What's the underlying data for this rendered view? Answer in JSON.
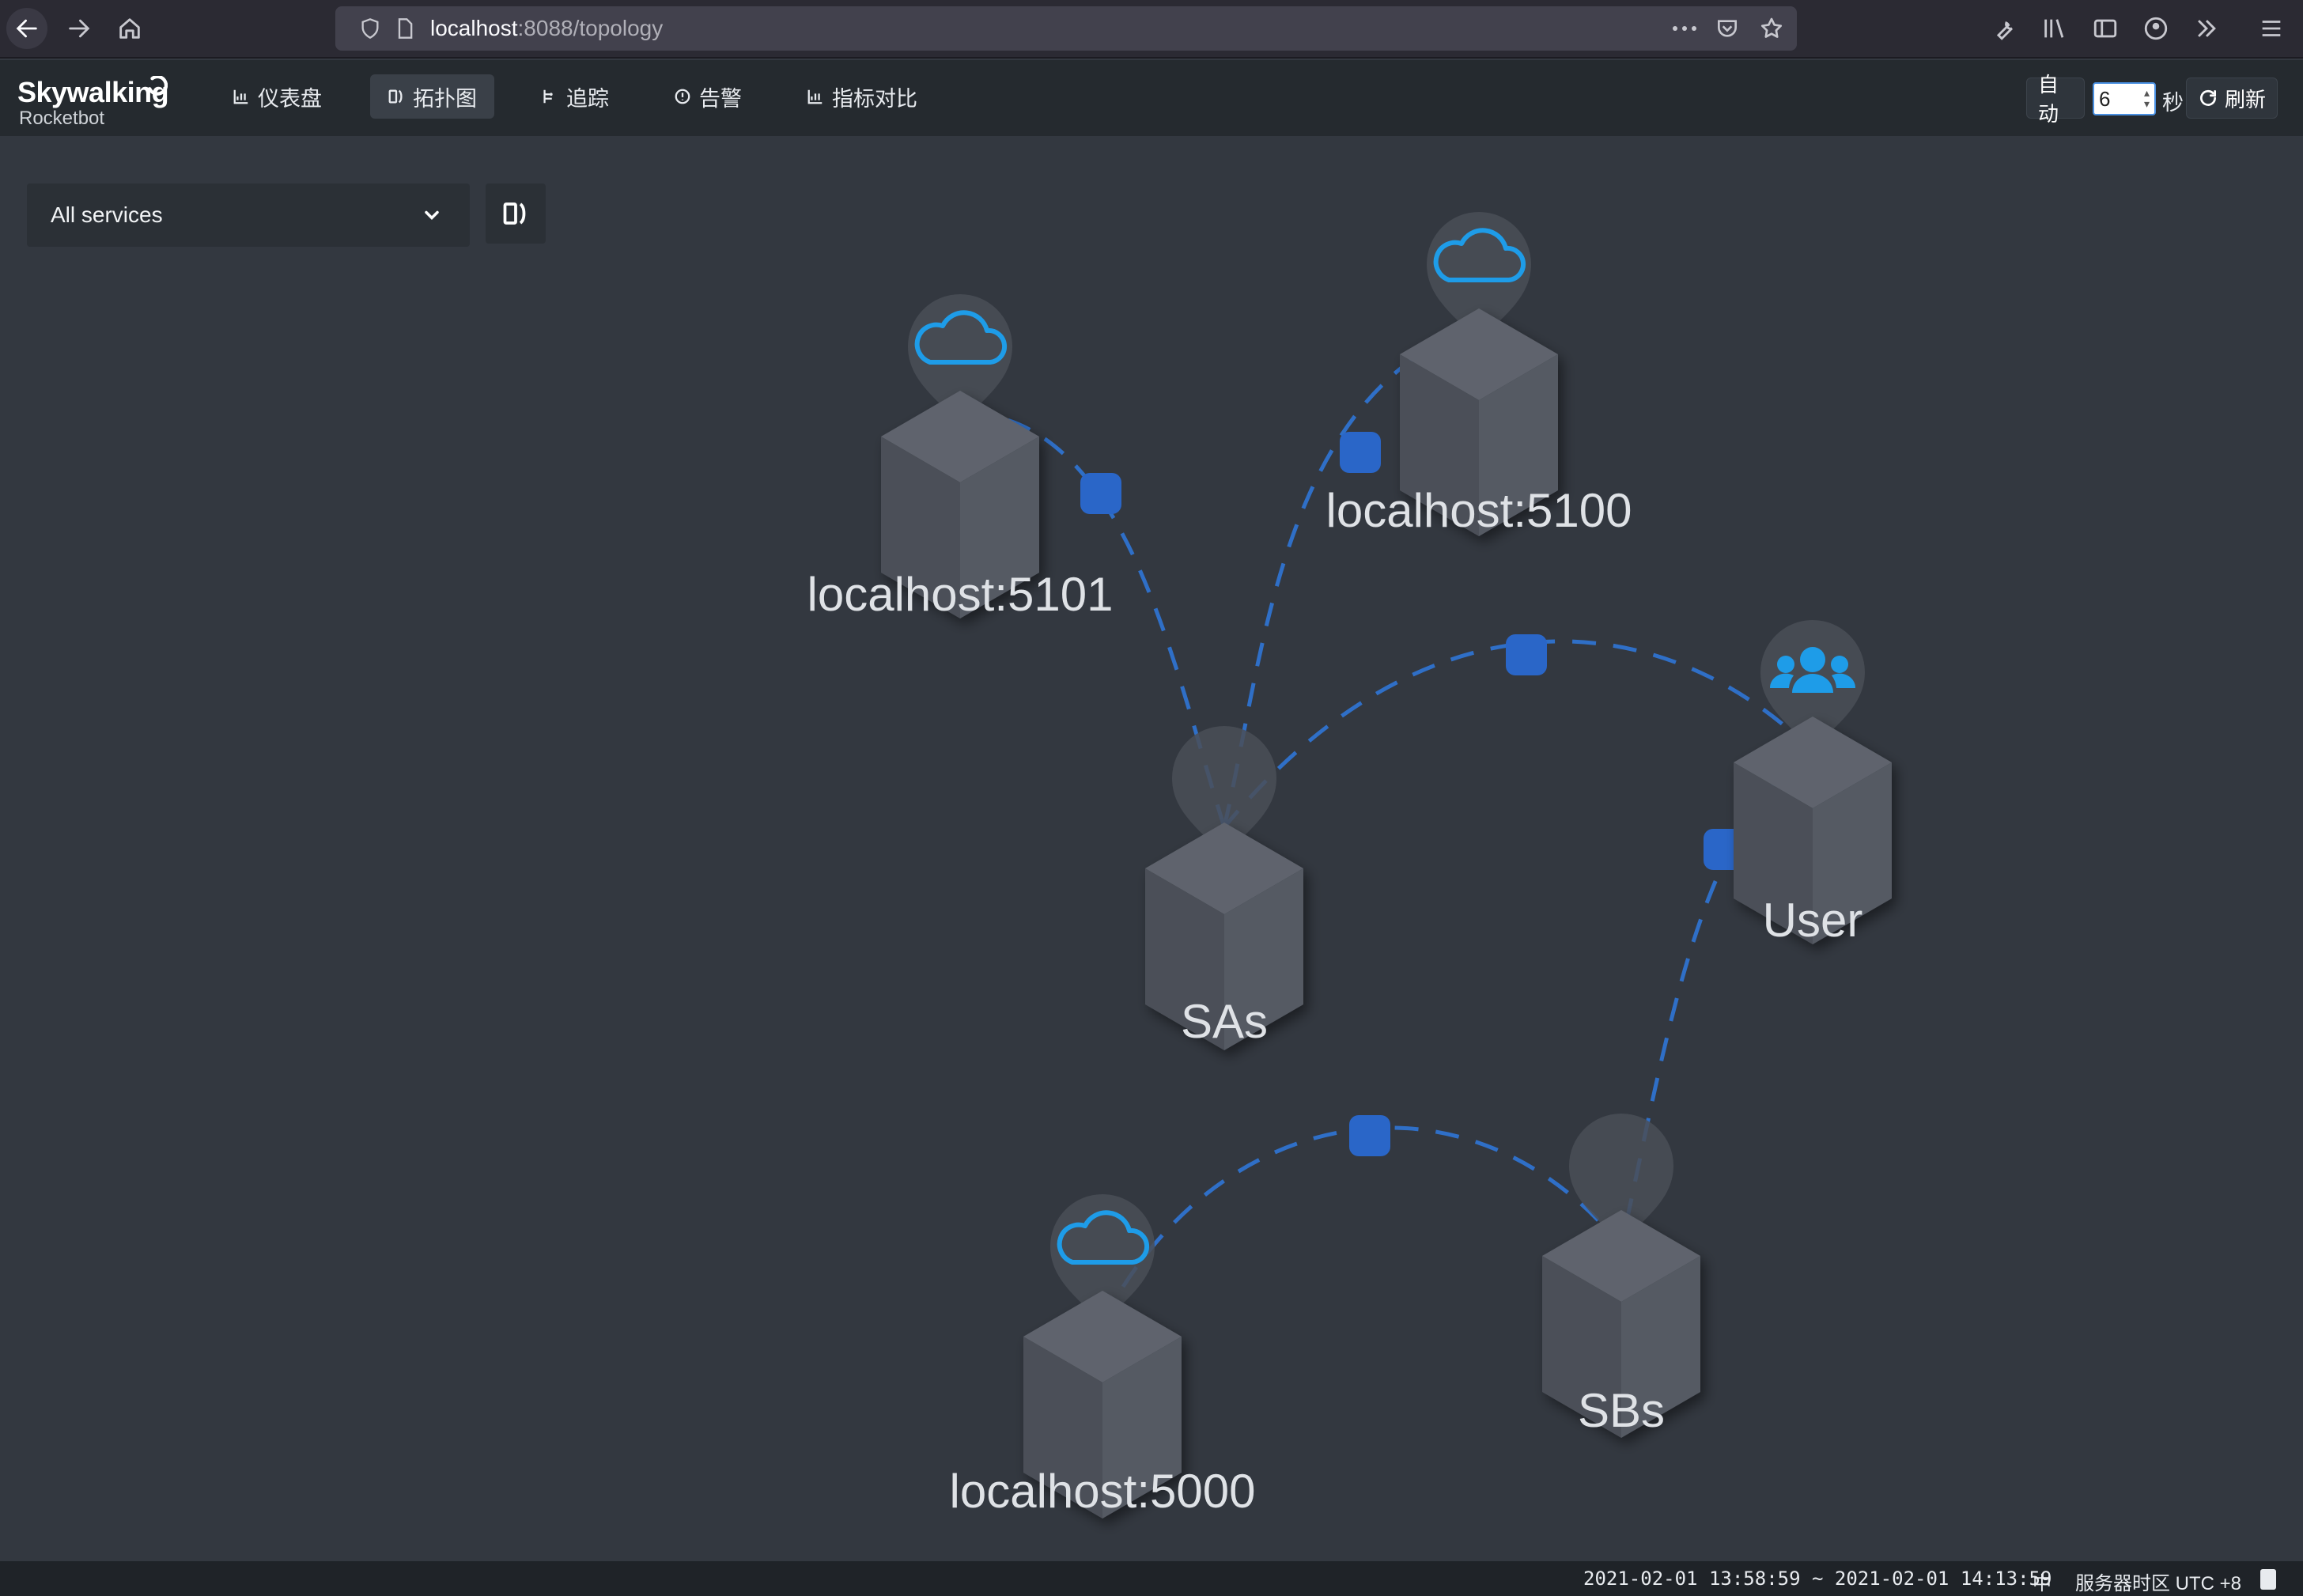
{
  "browser": {
    "url_host": "localhost",
    "url_rest": ":8088/topology"
  },
  "app": {
    "logo_main": "Skywalking",
    "logo_sub": "Rocketbot",
    "menu": [
      {
        "label": "仪表盘",
        "icon": "chart-icon",
        "active": false
      },
      {
        "label": "拓扑图",
        "icon": "topology-icon",
        "active": true
      },
      {
        "label": "追踪",
        "icon": "trace-icon",
        "active": false
      },
      {
        "label": "告警",
        "icon": "alarm-icon",
        "active": false
      },
      {
        "label": "指标对比",
        "icon": "chart-icon",
        "active": false
      }
    ],
    "auto_label": "自动",
    "interval_value": "6",
    "interval_unit": "秒",
    "refresh_label": "刷新"
  },
  "filter": {
    "selected": "All services"
  },
  "topology": {
    "colors": {
      "accent": "#1e9ce8",
      "edge": "#2f6fc7",
      "cube": "#4b5058"
    },
    "nodes": [
      {
        "id": "localhost5101",
        "label": "localhost:5101",
        "icon": "cloud-icon"
      },
      {
        "id": "localhost5100",
        "label": "localhost:5100",
        "icon": "cloud-icon"
      },
      {
        "id": "sas",
        "label": "SAs",
        "icon": ""
      },
      {
        "id": "user",
        "label": "User",
        "icon": "users-icon"
      },
      {
        "id": "sbs",
        "label": "SBs",
        "icon": ""
      },
      {
        "id": "localhost5000",
        "label": "localhost:5000",
        "icon": "cloud-icon"
      }
    ]
  },
  "status": {
    "time_range": "2021-02-01 13:58:59 ~ 2021-02-01 14:13:59",
    "lang": "中",
    "timezone": "服务器时区 UTC +8"
  }
}
